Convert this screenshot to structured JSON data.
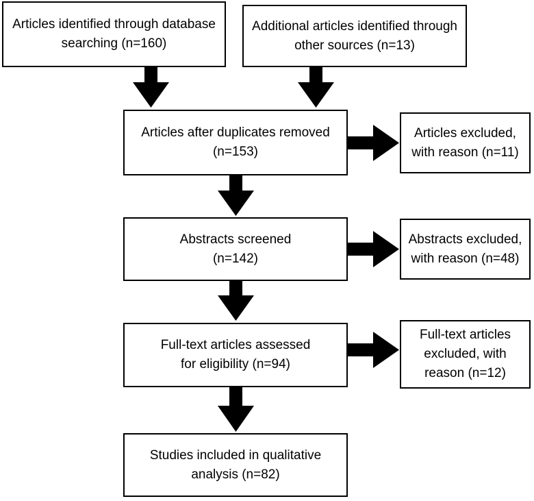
{
  "boxes": {
    "database_search": {
      "line1": "Articles identified through database",
      "line2": "searching (n=160)"
    },
    "other_sources": {
      "line1": "Additional articles identified through",
      "line2": "other sources (n=13)"
    },
    "duplicates_removed": {
      "line1": "Articles after duplicates removed",
      "line2": "(n=153)"
    },
    "excluded_duplicates": {
      "line1": "Articles excluded,",
      "line2": "with reason (n=11)"
    },
    "abstracts_screened": {
      "line1": "Abstracts screened",
      "line2": "(n=142)"
    },
    "abstracts_excluded": {
      "line1": "Abstracts excluded,",
      "line2": "with reason (n=48)"
    },
    "fulltext_assessed": {
      "line1": "Full-text articles assessed",
      "line2": "for eligibility (n=94)"
    },
    "fulltext_excluded": {
      "line1": "Full-text articles",
      "line2": "excluded, with",
      "line3": "reason (n=12)"
    },
    "studies_included": {
      "line1": "Studies included in qualitative",
      "line2": "analysis (n=82)"
    }
  }
}
